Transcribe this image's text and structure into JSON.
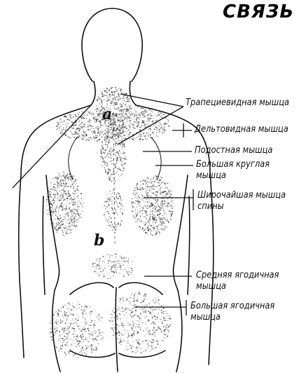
{
  "title": "СВЯЗЬ",
  "region_marks": [
    "a",
    "b"
  ],
  "labels": [
    {
      "id": "trapezius",
      "lines": [
        "Трапециевидная мышца"
      ]
    },
    {
      "id": "deltoid",
      "lines": [
        "Дельтовидная мышца"
      ]
    },
    {
      "id": "infraspinatus",
      "lines": [
        "Подостная мышца"
      ]
    },
    {
      "id": "teres-major",
      "lines": [
        "Большая круглая",
        "мышца"
      ]
    },
    {
      "id": "latissimus",
      "lines": [
        "Широчайшая мышца",
        "спины"
      ]
    },
    {
      "id": "gluteus-medius",
      "lines": [
        "Средняя ягодичная",
        "мышца"
      ]
    },
    {
      "id": "gluteus-maximus",
      "lines": [
        "Большая ягодичная",
        "мышца"
      ]
    }
  ],
  "colors": {
    "ink": "#111111",
    "stipple": "#333333",
    "background": "#ffffff"
  }
}
